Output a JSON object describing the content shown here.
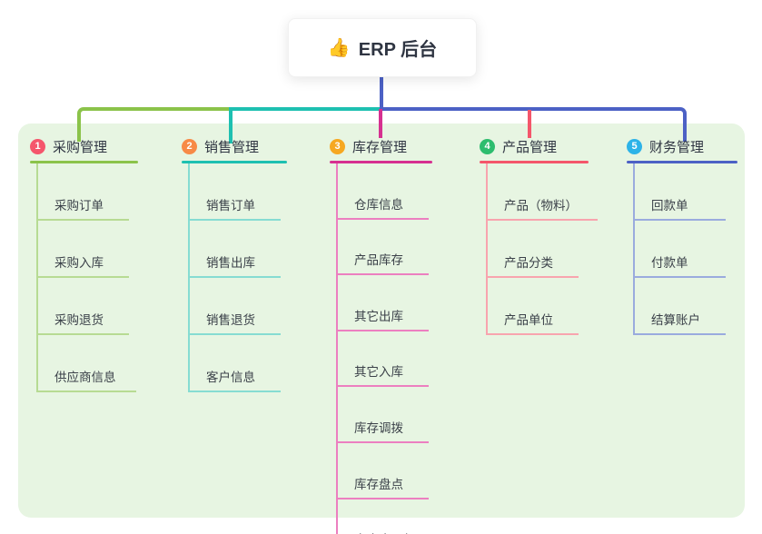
{
  "root_node": {
    "icon": "👍",
    "label": "ERP 后台"
  },
  "colors": {
    "page_background": "#ffffff",
    "panel_background": "#e7f5e2",
    "root_connector": "#4c61c5",
    "header_text": "#2f3542",
    "item_text": "#3b4149"
  },
  "branches": [
    {
      "number": "1",
      "label": "采购管理",
      "badge_color": "#f5566c",
      "line_color": "#8bc34a",
      "sub_line_color": "#b7db93",
      "items": [
        "采购订单",
        "采购入库",
        "采购退货",
        "供应商信息"
      ]
    },
    {
      "number": "2",
      "label": "销售管理",
      "badge_color": "#f78a47",
      "line_color": "#1ec0b1",
      "sub_line_color": "#86dcd2",
      "items": [
        "销售订单",
        "销售出库",
        "销售退货",
        "客户信息"
      ]
    },
    {
      "number": "3",
      "label": "库存管理",
      "badge_color": "#f6a821",
      "line_color": "#d63090",
      "sub_line_color": "#ec7fc0",
      "items": [
        "仓库信息",
        "产品库存",
        "其它出库",
        "其它入库",
        "库存调拨",
        "库存盘点",
        "出库库明细"
      ]
    },
    {
      "number": "4",
      "label": "产品管理",
      "badge_color": "#2dbd6e",
      "line_color": "#f4566b",
      "sub_line_color": "#f8a4ae",
      "items": [
        "产品（物料）",
        "产品分类",
        "产品单位"
      ]
    },
    {
      "number": "5",
      "label": "财务管理",
      "badge_color": "#2db3e8",
      "line_color": "#4c61c5",
      "sub_line_color": "#9aabde",
      "items": [
        "回款单",
        "付款单",
        "结算账户"
      ]
    }
  ]
}
